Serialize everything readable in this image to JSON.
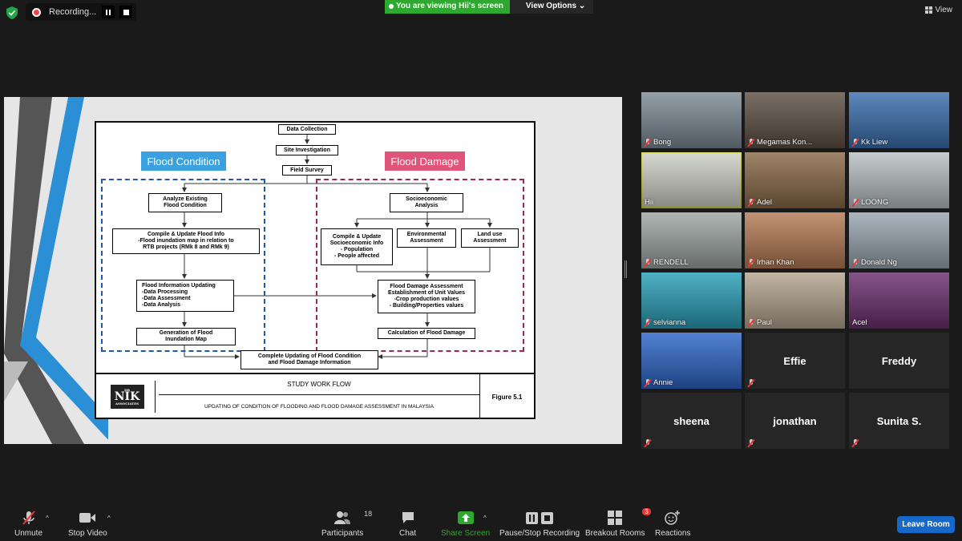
{
  "top": {
    "recording_label": "Recording...",
    "viewing_banner": "You are viewing Hii's screen",
    "view_options": "View Options",
    "view_label": "View"
  },
  "slide": {
    "tag_left": "Flood Condition",
    "tag_right": "Flood Damage",
    "boxes": {
      "data_collection": "Data Collection",
      "site_investigation": "Site Investigation",
      "field_survey": "Field Survey",
      "analyze": [
        "Analyze Existing",
        "Flood Condition"
      ],
      "compile_flood": [
        "Compile & Update Flood Info",
        "-Flood  inundation map in relation to",
        "RTB projects (RMk 8 and RMk 9)"
      ],
      "flood_info_updating": [
        "Flood Information Updating",
        "-Data Processing",
        "-Data Assessment",
        "-Data Analysis"
      ],
      "generation": [
        "Generation of Flood",
        "Inundation  Map"
      ],
      "socioeconomic": [
        "Socioeconomic",
        "Analysis"
      ],
      "compile_socio": [
        "Compile & Update",
        "Socioeconomic Info",
        "- Population",
        "- People affected"
      ],
      "environmental": [
        "Environmental",
        "Assessment"
      ],
      "landuse": [
        "Land use",
        "Assessment"
      ],
      "damage_assess": [
        "Flood Damage Assessment",
        "Establishment of Unit Values",
        "-Crop production values",
        "- Building/Properties values"
      ],
      "calc_damage": "Calculation of Flood Damage",
      "complete": [
        "Complete Updating of Flood Condition",
        "and Flood Damage Information"
      ]
    },
    "footer": {
      "logo_top": "DR",
      "logo_main": "NIK",
      "logo_bottom": "ASSOCIATES",
      "title": "STUDY WORK FLOW",
      "subtitle": "UPDATING OF CONDITION OF FLOODING AND FLOOD DAMAGE ASSESSMENT IN MALAYSIA",
      "figure": "Figure 5.1"
    }
  },
  "participants": [
    {
      "name": "Bong",
      "bg": "#7d8a95",
      "muted": true
    },
    {
      "name": "Megamas Kon...",
      "bg": "#5e5045",
      "muted": true
    },
    {
      "name": "Kk Liew",
      "bg": "#3a6fae",
      "muted": true
    },
    {
      "name": "Hii",
      "bg": "#cfd2c8",
      "muted": false,
      "active": true
    },
    {
      "name": "Adel",
      "bg": "#8a6a48",
      "muted": true
    },
    {
      "name": "LOONG",
      "bg": "#b9c1c4",
      "muted": true
    },
    {
      "name": "RENDELL",
      "bg": "#9ea6a3",
      "muted": true
    },
    {
      "name": "Irhan Khan",
      "bg": "#b67b55",
      "muted": true
    },
    {
      "name": "Donald Ng",
      "bg": "#9aa7b2",
      "muted": true
    },
    {
      "name": "selvianna",
      "bg": "#2a9fb8",
      "muted": true
    },
    {
      "name": "Paul",
      "bg": "#b5a58e",
      "muted": true
    },
    {
      "name": "Acel",
      "bg": "#6b2f6e",
      "muted": false
    },
    {
      "name": "Annie",
      "bg": "#2d66c8",
      "muted": true
    },
    {
      "name": "Effie",
      "bg": "#262626",
      "muted": true,
      "text_only": true
    },
    {
      "name": "Freddy",
      "bg": "#262626",
      "muted": false,
      "text_only": true
    },
    {
      "name": "sheena",
      "bg": "#262626",
      "muted": true,
      "text_only": true
    },
    {
      "name": "jonathan",
      "bg": "#262626",
      "muted": true,
      "text_only": true
    },
    {
      "name": "Sunita S.",
      "bg": "#262626",
      "muted": true,
      "text_only": true
    }
  ],
  "toolbar": {
    "unmute": "Unmute",
    "stop_video": "Stop Video",
    "participants": "Participants",
    "participants_count": "18",
    "chat": "Chat",
    "share_screen": "Share Screen",
    "pause_stop": "Pause/Stop Recording",
    "breakout": "Breakout Rooms",
    "breakout_badge": "3",
    "reactions": "Reactions",
    "leave": "Leave Room"
  },
  "colors": {
    "accent_green": "#2ea82e",
    "active_speaker": "#d7dc3a",
    "leave_blue": "#1769c9",
    "flood_condition_tag": "#3aa0e0",
    "flood_damage_tag": "#e0547a"
  }
}
